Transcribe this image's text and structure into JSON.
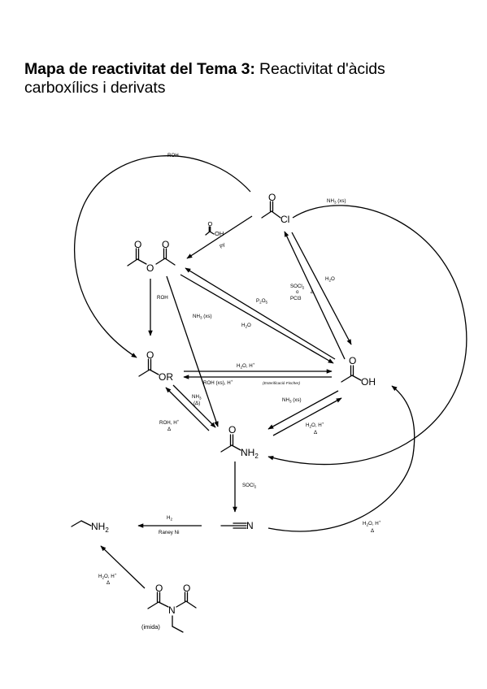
{
  "header": {
    "title_bold": "Mapa de reactivitat del Tema 3:",
    "title_rest": " Reactivitat d'àcids carboxílics i derivats"
  },
  "atoms": {
    "O": "O",
    "Cl": "Cl",
    "OR": "OR",
    "OH": "OH",
    "N": "N",
    "NH": "NH",
    "sub2": "2",
    "acetyl_OH": "OH",
    "triple_N": "N"
  },
  "labels": {
    "roh_top": "ROH",
    "nh3_xs_top": "NH",
    "nh3_xs_top_sub": "3",
    "nh3_xs_top_rest": " (xs)",
    "py": "py",
    "h2o_right": "H",
    "h2o_right_sub": "2",
    "h2o_right_rest": "O",
    "socl2": "SOCl",
    "socl2_sub": "2",
    "o_sep": "o",
    "pcl3": "PCl3",
    "delta_socl2": "Δ",
    "roh_left": "ROH",
    "nh3_xs_mid": "NH",
    "nh3_xs_mid_sub": "3",
    "nh3_xs_mid_rest": " (xs)",
    "p2o5": "P",
    "p2o5_sub1": "2",
    "p2o5_o": "O",
    "p2o5_sub2": "5",
    "h2o_mid": "H",
    "h2o_mid_sub": "2",
    "h2o_mid_rest": "O",
    "h2o_h_top": "H",
    "h2o_h_top_sub": "2",
    "h2o_h_top_rest": "O, H",
    "h2o_h_top_sup": "+",
    "roh_xs_fischer": "ROH (xs), H",
    "roh_xs_fischer_sup": "+",
    "fischer": "(Esterificació Fischer)",
    "nh3_delta": "NH",
    "nh3_delta_sub": "3",
    "nh3_delta_paren": "(Δ)",
    "roh_h": "ROH, H",
    "roh_h_sup": "+",
    "roh_h_delta": "Δ",
    "nh3_xs_low": "NH",
    "nh3_xs_low_sub": "3",
    "nh3_xs_low_rest": " (xs)",
    "h2o_h_amide": "H",
    "h2o_h_amide_sub": "2",
    "h2o_h_amide_rest": "O, H",
    "h2o_h_amide_sup": "+",
    "h2o_h_amide_delta": "Δ",
    "socl2_amide": "SOCl",
    "socl2_amide_sub": "2",
    "h2": "H",
    "h2_sub": "2",
    "raney": "Raney Ni",
    "h2o_h_nitrile": "H",
    "h2o_h_nitrile_sub": "2",
    "h2o_h_nitrile_rest": "O, H",
    "h2o_h_nitrile_sup": "+",
    "h2o_h_nitrile_delta": "Δ",
    "h2o_h_imide": "H",
    "h2o_h_imide_sub": "2",
    "h2o_h_imide_rest": "O, H",
    "h2o_h_imide_sup": "+",
    "h2o_h_imide_delta": "Δ",
    "imida": "(imida)"
  }
}
